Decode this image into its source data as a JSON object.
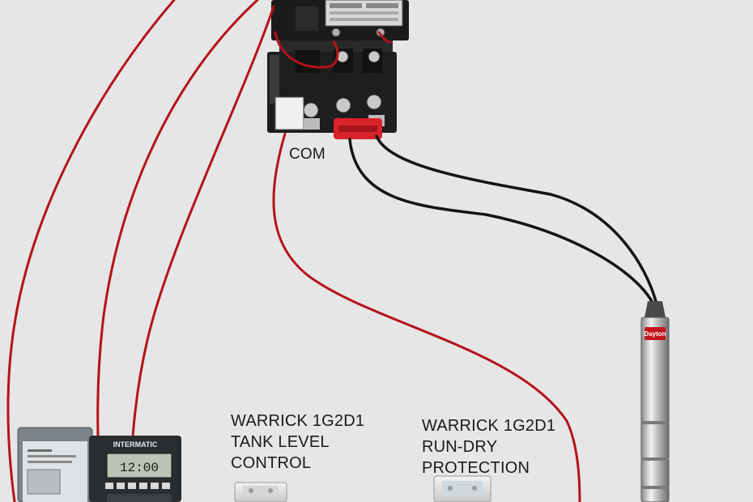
{
  "labels": {
    "com": "COM",
    "tank_level": [
      "WARRICK 1G2D1",
      "TANK LEVEL",
      "CONTROL"
    ],
    "run_dry": [
      "WARRICK 1G2D1",
      "RUN-DRY",
      "PROTECTION"
    ]
  },
  "devices": {
    "timer_brand": "INTERMATIC",
    "timer_display": "12:00",
    "pump_brand": "Dayton"
  },
  "colors": {
    "background": "#e6e6e6",
    "red_wire": "#b5121b",
    "black_wire": "#141414",
    "contactor_body": "#1b1b1b",
    "jumper_red": "#d8232a"
  }
}
